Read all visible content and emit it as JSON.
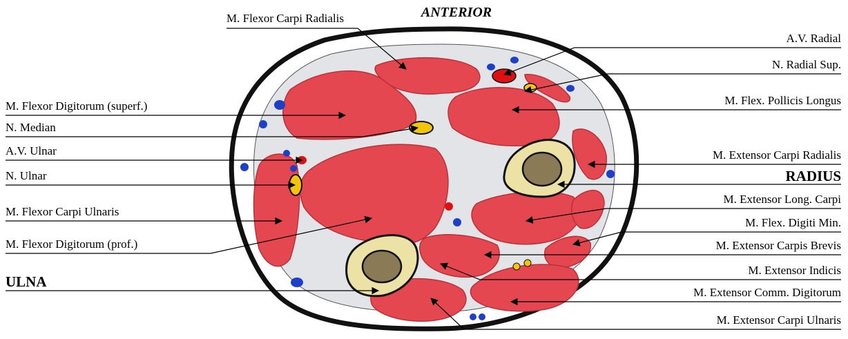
{
  "title": "ANTERIOR",
  "labels": {
    "flexor_carpi_radialis": "M. Flexor Carpi Radialis",
    "flexor_digitorum_superf": "M. Flexor Digitorum (superf.)",
    "n_median": "N. Median",
    "av_ulnar": "A.V. Ulnar",
    "n_ulnar": "N. Ulnar",
    "flexor_carpi_ulnaris": "M. Flexor Carpi Ulnaris",
    "flexor_digitorum_prof": "M. Flexor Digitorum (prof.)",
    "ulna": "ULNA",
    "av_radial": "A.V. Radial",
    "n_radial_sup": "N. Radial Sup.",
    "flex_pollicis_longus": "M. Flex. Pollicis Longus",
    "extensor_carpi_radialis": "M. Extensor Carpi Radialis",
    "radius": "RADIUS",
    "extensor_long_carpi": "M. Extensor Long. Carpi",
    "flex_digiti_min": "M. Flex. Digiti Min.",
    "extensor_carpis_brevis": "M. Extensor Carpis Brevis",
    "extensor_indicis": "M. Extensor Indicis",
    "extensor_comm_digitorum": "M. Extensor Comm. Digitorum",
    "extensor_carpi_ulnaris": "M. Extensor Carpi Ulnaris"
  },
  "colors": {
    "muscle": "#e4474f",
    "muscle_edge": "#b8323a",
    "bone": "#ece2a6",
    "marrow": "#8a7a55",
    "artery": "#e01010",
    "vein": "#1e3fc8",
    "nerve": "#f2c40a",
    "fascia": "#e2e4e7",
    "outline": "#111111"
  }
}
